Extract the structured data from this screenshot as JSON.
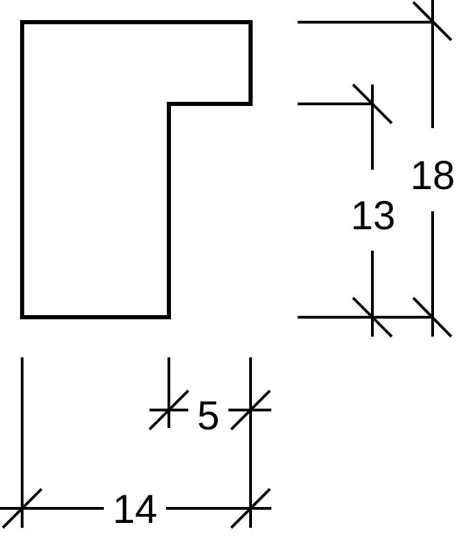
{
  "diagram": {
    "dimensions": {
      "overall_height": "18",
      "inner_height": "13",
      "overall_width": "14",
      "flange_width": "5"
    },
    "colors": {
      "stroke": "#000000",
      "background": "#ffffff"
    }
  }
}
